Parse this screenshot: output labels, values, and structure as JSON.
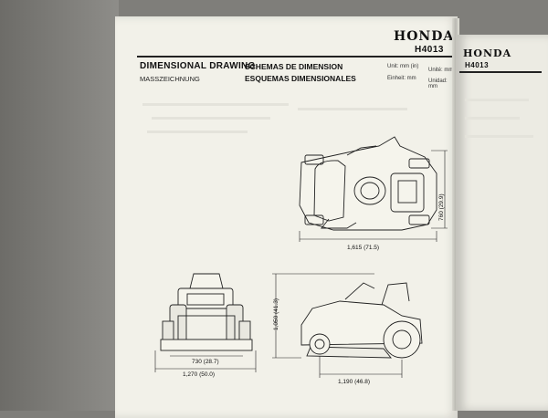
{
  "brand": "HONDA",
  "model": "H4013",
  "heading": {
    "en": "DIMENSIONAL DRAWING",
    "de": "MASSZEICHNUNG",
    "fr": "SCHEMAS DE DIMENSION",
    "es": "ESQUEMAS DIMENSIONALES"
  },
  "units": {
    "unit": "Unit: mm (in)",
    "einheit": "Einheit: mm",
    "unite": "Unité: mm",
    "unidad": "Unidad: mm"
  },
  "dimensions": {
    "top_width": "760 (29.9)",
    "top_length": "1,615 (71.5)",
    "front_inner": "730 (28.7)",
    "front_outer": "1,270 (50.0)",
    "side_height": "1,050 (41.3)",
    "side_wheelbase": "1,190 (46.8)"
  },
  "right_page": {
    "brand": "HONDA",
    "model": "H4013"
  }
}
